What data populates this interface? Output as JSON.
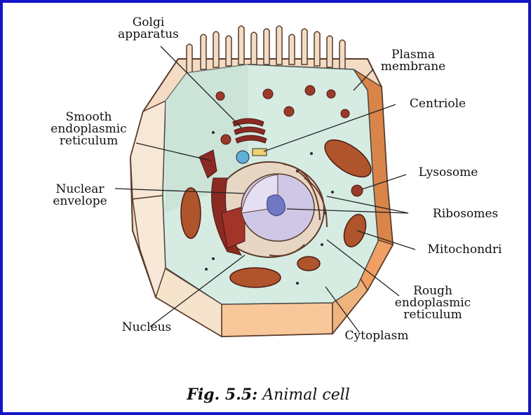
{
  "figure": {
    "caption_prefix": "Fig. 5.5:",
    "caption_title": "Animal cell",
    "frame_color": "#1414c8"
  },
  "labels": {
    "golgi": [
      "Golgi",
      "apparatus"
    ],
    "smooth_er": [
      "Smooth",
      "endoplasmic",
      "reticulum"
    ],
    "nuclear_envelope": [
      "Nuclear",
      "envelope"
    ],
    "nucleus": "Nucleus",
    "plasma_membrane": [
      "Plasma",
      "membrane"
    ],
    "centriole": "Centriole",
    "lysosome": "Lysosome",
    "ribosomes": "Ribosomes",
    "mitochondria": "Mitochondri",
    "rough_er": [
      "Rough",
      "endoplasmic",
      "reticulum"
    ],
    "cytoplasm": "Cytoplasm"
  },
  "colors": {
    "cytoplasm": "#d8ece3",
    "cell_wall_light": "#f4dcc0",
    "cell_wall_dark": "#e0965a",
    "organelle": "#8b2a22",
    "nucleus_inner": "#c9c3e0",
    "nucleolus": "#6f78c0"
  }
}
